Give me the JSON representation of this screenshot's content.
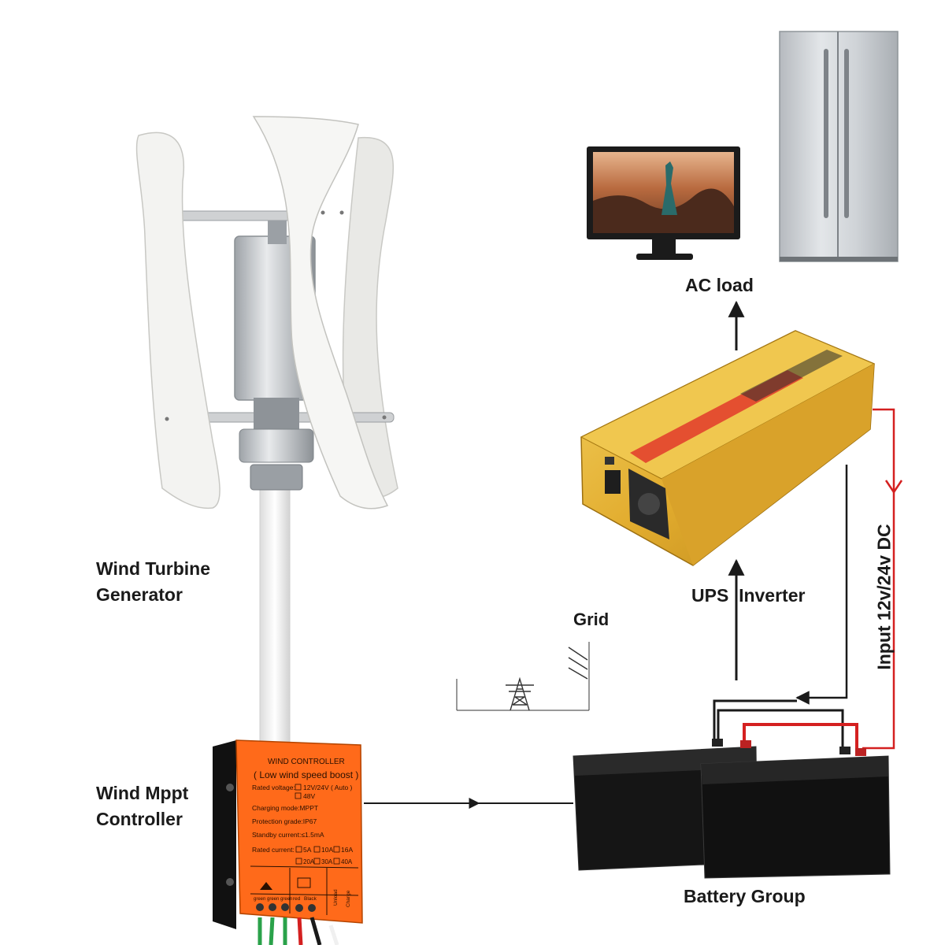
{
  "labels": {
    "ac_load": "AC load",
    "ups_inverter": "UPS  Inverter",
    "grid": "Grid",
    "battery_group": "Battery Group",
    "input_dc": "Input 12v/24v DC",
    "wind_turbine": "Wind Turbine\nGenerator",
    "wind_mppt": "Wind Mppt\nController"
  },
  "controller": {
    "title": "WIND CONTROLLER",
    "subtitle": "( Low wind speed boost )",
    "rated_voltage": "Rated voltage:",
    "v_auto": "12V/24V ( Auto )",
    "v_48": "48V",
    "charging_mode": "Charging mode:MPPT",
    "protection": "Protection grade:IP67",
    "standby": "Standby current:≤1.5mA",
    "rated_current": "Rated current:",
    "cur_5": "5A",
    "cur_10": "10A",
    "cur_16": "16A",
    "cur_20": "20A",
    "cur_30": "30A",
    "cur_40": "40A",
    "terminal_green": "green green green",
    "terminal_red": "red",
    "terminal_black": "Black",
    "terminal_unload": "Unload",
    "terminal_charge": "Charge"
  },
  "colors": {
    "controller_orange": "#ff6a1a",
    "inverter_gold": "#e7b436",
    "battery_black": "#141414",
    "dc_wire_red": "#d42020",
    "wire_black": "#1a1a1a",
    "fridge_silver": "#c8ccd0",
    "blade_white": "#f3f3f1"
  },
  "icons": [
    "wind-turbine-icon",
    "fridge-icon",
    "monitor-icon",
    "inverter-icon",
    "battery-icon",
    "controller-icon",
    "power-pylon-icon"
  ]
}
